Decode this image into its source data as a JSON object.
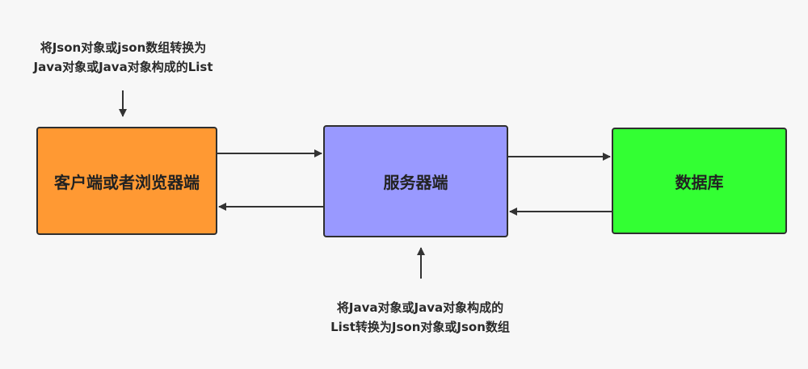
{
  "nodes": {
    "client": {
      "label": "客户端或者浏览器端",
      "color": "#ff9933"
    },
    "server": {
      "label": "服务器端",
      "color": "#9999ff"
    },
    "database": {
      "label": "数据库",
      "color": "#33ff33"
    }
  },
  "annotations": {
    "top": {
      "line1": "将Json对象或json数组转换为",
      "line2": "Java对象或Java对象构成的List"
    },
    "bottom": {
      "line1": "将Java对象或Java对象构成的",
      "line2": "List转换为Json对象或Json数组"
    }
  },
  "edges": [
    {
      "from": "client",
      "to": "server"
    },
    {
      "from": "server",
      "to": "client"
    },
    {
      "from": "server",
      "to": "database"
    },
    {
      "from": "database",
      "to": "server"
    },
    {
      "from": "annotation-top",
      "to": "client"
    },
    {
      "from": "annotation-bottom",
      "to": "server"
    }
  ]
}
